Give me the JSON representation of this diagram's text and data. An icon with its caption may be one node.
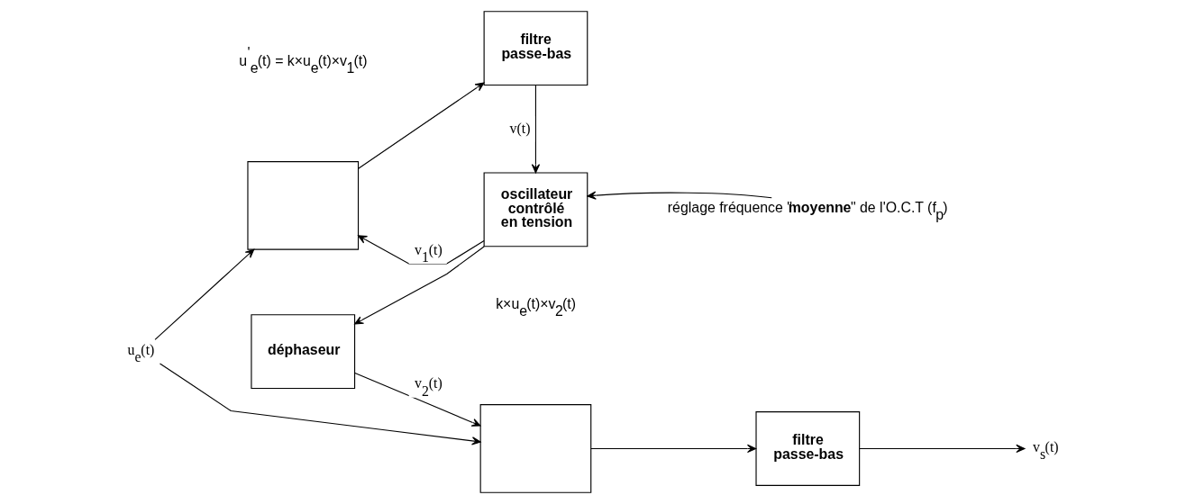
{
  "diagram": {
    "nodes": [
      {
        "text": [
          "u$_{e}$(t)"
        ]
      },
      {
        "text": [],
        "shape": "box"
      },
      {
        "text": [
          "filtre passe-bas"
        ]
      },
      {
        "text": [
          "oscillateur contrôlé en tension"
        ]
      },
      {
        "text": [
          "réglage fréquence \"**moyenne**\" de l'O.C.T (f$_{p}$)"
        ]
      },
      {
        "text": [
          "déphaseur"
        ]
      },
      {
        "text": [],
        "shape": "box"
      },
      {
        "text": [
          "filtre passe-bas"
        ]
      },
      {
        "text": [
          "v$_{s}$(t)"
        ]
      }
    ],
    "edges": [
      {
        "from": 0,
        "to": 1,
        "arrow": "to"
      },
      {
        "from": 0,
        "to": 6,
        "arrow": "to"
      },
      {
        "from": 1,
        "to": 2,
        "arrow": "to"
      },
      {
        "from": 2,
        "to": 3,
        "arrow": "to",
        "label": "v(t)"
      },
      {
        "from": 4,
        "to": 3,
        "arrow": "to"
      },
      {
        "from": 3,
        "to": 1,
        "arrow": "to",
        "label": "v$_{1}$(t)"
      },
      {
        "from": 3,
        "to": 5,
        "arrow": "to"
      },
      {
        "from": 5,
        "to": 6,
        "arrow": "to",
        "label": "v$_{2}$(t)"
      },
      {
        "from": 6,
        "to": 7,
        "arrow": "to"
      },
      {
        "from": 7,
        "to": 8,
        "arrow": "to"
      }
    ],
    "labels": [
      "u$^{'}$$_{e}$(t) = k×u$_{e}$(t)×v$_{1}$(t)",
      "k×u$_{e}$(t)×v$_{2}$(t)"
    ]
  }
}
